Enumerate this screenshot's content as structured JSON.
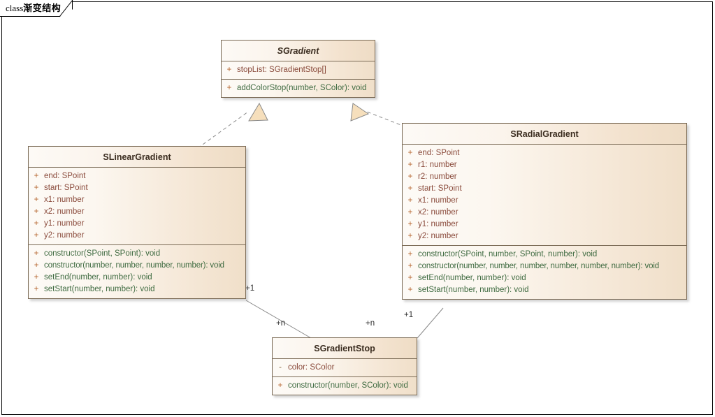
{
  "frame": {
    "keyword": "class",
    "name": "渐变结构"
  },
  "palette": {
    "class_border": "#7a6a55",
    "title_gradient_from": "#fdfaf6",
    "title_gradient_to": "#eedcc5",
    "body_gradient_to": "#f0dfc9",
    "attribute_text": "#8a4b3c",
    "operation_text": "#3f6b41",
    "visibility_public": "#b4622a",
    "visibility_private": "#8a6a45",
    "connector_line": "#7c7c7c",
    "arrowhead_fill": "#f5dfbd",
    "frame_border": "#000000"
  },
  "classes": {
    "sgradient": {
      "name": "SGradient",
      "abstract": true,
      "attributes": [
        {
          "visibility": "+",
          "text": "stopList: SGradientStop[]"
        }
      ],
      "operations": [
        {
          "visibility": "+",
          "text": "addColorStop(number, SColor): void"
        }
      ]
    },
    "slineargradient": {
      "name": "SLinearGradient",
      "abstract": false,
      "attributes": [
        {
          "visibility": "+",
          "text": "end: SPoint"
        },
        {
          "visibility": "+",
          "text": "start: SPoint"
        },
        {
          "visibility": "+",
          "text": "x1: number"
        },
        {
          "visibility": "+",
          "text": "x2: number"
        },
        {
          "visibility": "+",
          "text": "y1: number"
        },
        {
          "visibility": "+",
          "text": "y2: number"
        }
      ],
      "operations": [
        {
          "visibility": "+",
          "text": "constructor(SPoint, SPoint): void"
        },
        {
          "visibility": "+",
          "text": "constructor(number, number, number, number): void"
        },
        {
          "visibility": "+",
          "text": "setEnd(number, number): void"
        },
        {
          "visibility": "+",
          "text": "setStart(number, number): void"
        }
      ]
    },
    "sradialgradient": {
      "name": "SRadialGradient",
      "abstract": false,
      "attributes": [
        {
          "visibility": "+",
          "text": "end: SPoint"
        },
        {
          "visibility": "+",
          "text": "r1: number"
        },
        {
          "visibility": "+",
          "text": "r2: number"
        },
        {
          "visibility": "+",
          "text": "start: SPoint"
        },
        {
          "visibility": "+",
          "text": "x1: number"
        },
        {
          "visibility": "+",
          "text": "x2: number"
        },
        {
          "visibility": "+",
          "text": "y1: number"
        },
        {
          "visibility": "+",
          "text": "y2: number"
        }
      ],
      "operations": [
        {
          "visibility": "+",
          "text": "constructor(SPoint, number, SPoint, number): void"
        },
        {
          "visibility": "+",
          "text": "constructor(number, number, number, number, number, number): void"
        },
        {
          "visibility": "+",
          "text": "setEnd(number, number): void"
        },
        {
          "visibility": "+",
          "text": "setStart(number, number): void"
        }
      ]
    },
    "sgradientstop": {
      "name": "SGradientStop",
      "abstract": false,
      "attributes": [
        {
          "visibility": "-",
          "text": "color: SColor"
        }
      ],
      "operations": [
        {
          "visibility": "+",
          "text": "constructor(number, SColor): void"
        }
      ]
    }
  },
  "relationships": {
    "realizations": [
      {
        "from": "SLinearGradient",
        "to": "SGradient",
        "style": "dashed-hollow-triangle"
      },
      {
        "from": "SRadialGradient",
        "to": "SGradient",
        "style": "dashed-hollow-triangle"
      }
    ],
    "associations": [
      {
        "from": "SLinearGradient",
        "to": "SGradientStop",
        "source_multiplicity": "+1",
        "target_multiplicity": "+n"
      },
      {
        "from": "SRadialGradient",
        "to": "SGradientStop",
        "source_multiplicity": "+1",
        "target_multiplicity": "+n"
      }
    ]
  }
}
